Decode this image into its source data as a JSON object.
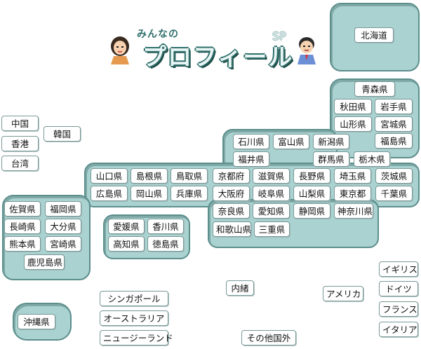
{
  "logo": {
    "top_text": "みんなの",
    "main_text": "プロフィール",
    "suffix": "SP"
  },
  "overseas_asia": [
    {
      "label": "中国"
    },
    {
      "label": "香港"
    },
    {
      "label": "台湾"
    },
    {
      "label": "韓国"
    }
  ],
  "hokkaido": {
    "label": "北海道"
  },
  "tohoku": [
    "青森県",
    "秋田県",
    "岩手県",
    "山形県",
    "宮城県",
    "福島県"
  ],
  "chubu_north": [
    "石川県",
    "富山県",
    "新潟県",
    "福井県",
    "群馬県",
    "栃木県"
  ],
  "honshu_row1": [
    "山口県",
    "島根県",
    "鳥取県",
    "京都府",
    "滋賀県",
    "長野県",
    "埼玉県",
    "茨城県"
  ],
  "honshu_row2": [
    "広島県",
    "岡山県",
    "兵庫県",
    "大阪府",
    "岐阜県",
    "山梨県",
    "東京都",
    "千葉県"
  ],
  "honshu_row3": [
    "奈良県",
    "愛知県",
    "静岡県",
    "神奈川県"
  ],
  "honshu_row4": [
    "和歌山県",
    "三重県"
  ],
  "shikoku": [
    "愛媛県",
    "香川県",
    "高知県",
    "徳島県"
  ],
  "kyushu": [
    "佐賀県",
    "福岡県",
    "長崎県",
    "大分県",
    "熊本県",
    "宮崎県",
    "鹿児島県"
  ],
  "okinawa": {
    "label": "沖縄県"
  },
  "others": {
    "naisho": "内緒",
    "singapore": "シンガポール",
    "australia": "オーストラリア",
    "newzealand": "ニュージーランド",
    "other_country": "その他国外",
    "america": "アメリカ",
    "uk": "イギリス",
    "germany": "ドイツ",
    "france": "フランス",
    "italy": "イタリア"
  },
  "colors": {
    "region_fill": "#a9d2d0",
    "region_border": "#5c8e8c",
    "logo": "#2f6f6b"
  }
}
